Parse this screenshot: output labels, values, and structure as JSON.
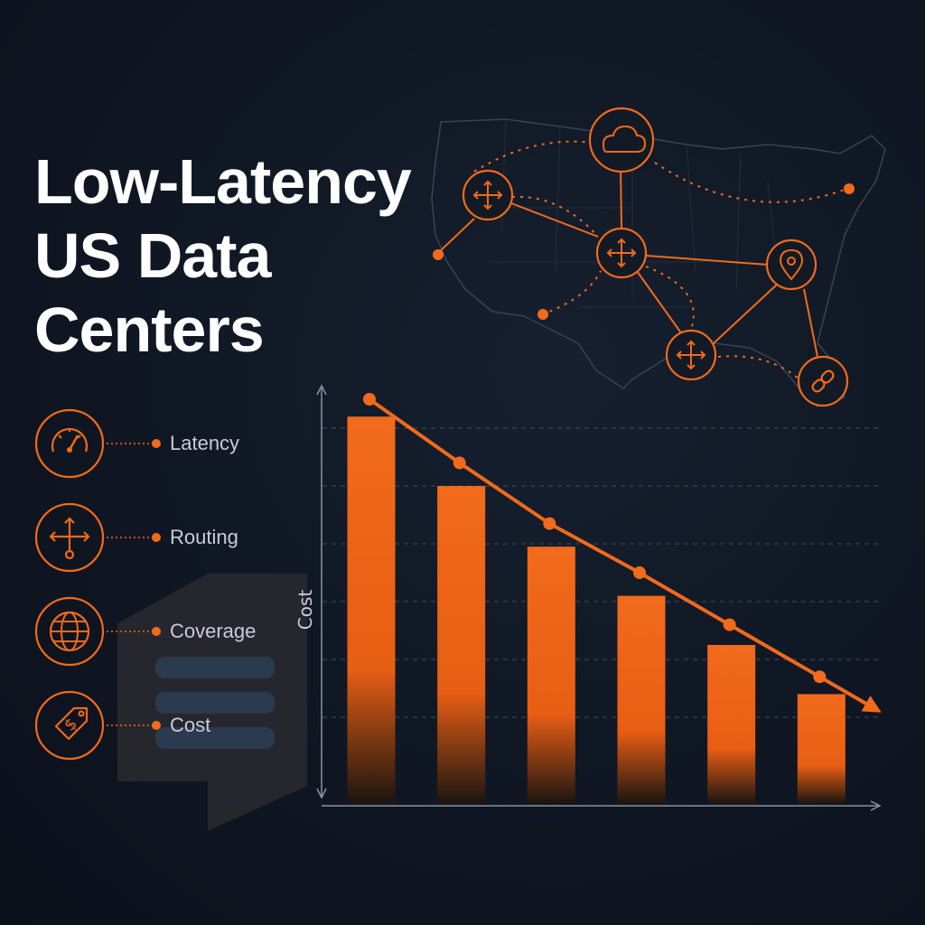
{
  "title": {
    "line1": "Low-Latency",
    "line2": "US Data",
    "line3": "Centers"
  },
  "legend": [
    {
      "label": "Latency",
      "icon": "speedometer-icon"
    },
    {
      "label": "Routing",
      "icon": "routing-arrows-icon"
    },
    {
      "label": "Coverage",
      "icon": "globe-icon"
    },
    {
      "label": "Cost",
      "icon": "dollar-tag-icon"
    }
  ],
  "map": {
    "node_icons": [
      "cloud-icon",
      "move-arrows-icon",
      "move-arrows-icon",
      "location-pin-icon",
      "move-arrows-icon",
      "link-icon"
    ]
  },
  "colors": {
    "background": "#0f1622",
    "accent": "#f26a1b",
    "text": "#ffffff",
    "muted_text": "#c7ccd6"
  },
  "chart_data": {
    "type": "bar",
    "categories": [
      "",
      "",
      "",
      "",
      "",
      ""
    ],
    "values": [
      6.7,
      5.5,
      4.45,
      3.6,
      2.75,
      1.9
    ],
    "trend": [
      7.0,
      5.9,
      4.85,
      4.0,
      3.1,
      2.2
    ],
    "title": "",
    "xlabel": "",
    "ylabel": "Cost",
    "ylim": [
      0,
      7.5
    ],
    "grid": true,
    "grid_values": [
      1.5,
      2.5,
      3.5,
      4.5,
      5.5,
      6.5
    ]
  }
}
